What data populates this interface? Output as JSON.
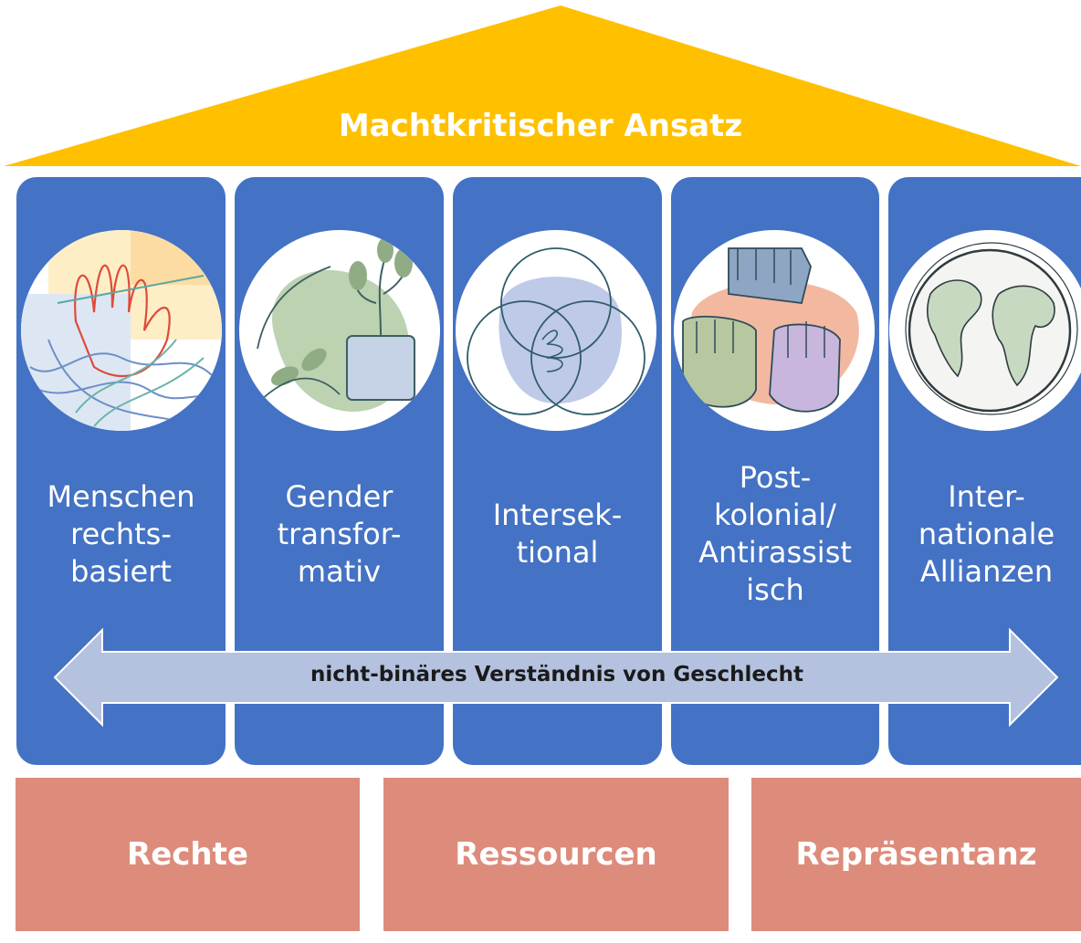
{
  "roof": {
    "title": "Machtkritischer Ansatz",
    "color": "#ffc000"
  },
  "pillars": [
    {
      "label_lines": [
        "Menschen",
        "rechts-",
        "basiert"
      ],
      "icon": "hands-icon"
    },
    {
      "label_lines": [
        "Gender",
        "transfor-",
        "mativ"
      ],
      "icon": "plant-icon"
    },
    {
      "label_lines": [
        "Intersek-",
        "tional"
      ],
      "icon": "venn-circles-icon"
    },
    {
      "label_lines": [
        "Post-",
        "kolonial/",
        "Antirassist",
        "isch"
      ],
      "icon": "raised-fists-icon"
    },
    {
      "label_lines": [
        "Inter-",
        "nationale",
        "Allianzen"
      ],
      "icon": "globe-icon"
    }
  ],
  "pillar_color": "#4472c4",
  "arrow": {
    "label": "nicht-binäres Verständnis von Geschlecht",
    "color": "#b4c2e0"
  },
  "foundation": [
    {
      "label": "Rechte"
    },
    {
      "label": "Ressourcen"
    },
    {
      "label": "Repräsentanz"
    }
  ],
  "foundation_color": "#dd8c7b"
}
